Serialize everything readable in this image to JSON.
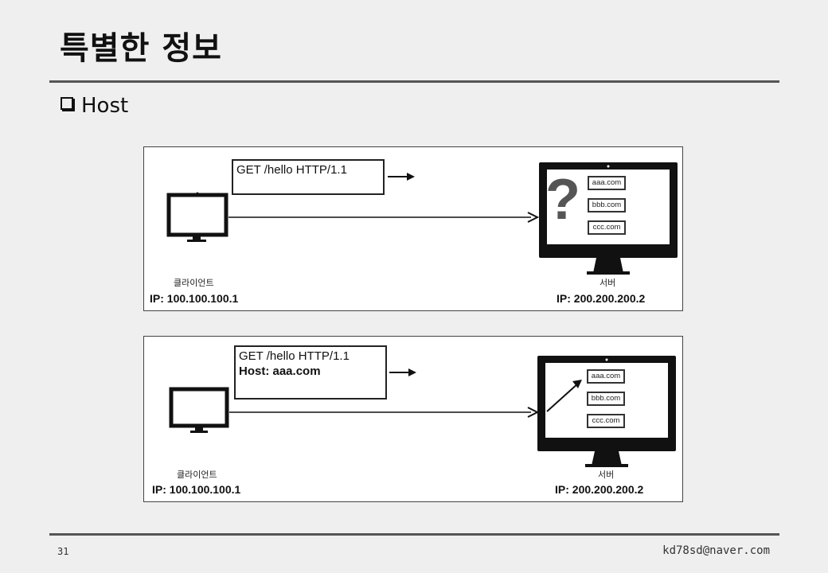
{
  "slide": {
    "title": "특별한 정보",
    "bullet": "Host",
    "page_number": "31",
    "email": "kd78sd@naver.com"
  },
  "diagram1": {
    "request_line": "GET /hello HTTP/1.1",
    "client_label": "클라이언트",
    "client_ip": "IP: 100.100.100.1",
    "server_label": "서버",
    "server_ip": "IP: 200.200.200.2",
    "question_mark": "?",
    "domains": [
      "aaa.com",
      "bbb.com",
      "ccc.com"
    ]
  },
  "diagram2": {
    "request_line": "GET /hello HTTP/1.1",
    "host_line": "Host: aaa.com",
    "client_label": "클라이언트",
    "client_ip": "IP: 100.100.100.1",
    "server_label": "서버",
    "server_ip": "IP: 200.200.200.2",
    "domains": [
      "aaa.com",
      "bbb.com",
      "ccc.com"
    ]
  },
  "colors": {
    "background": "#efefef",
    "ink": "#111111",
    "divider": "#555555"
  }
}
